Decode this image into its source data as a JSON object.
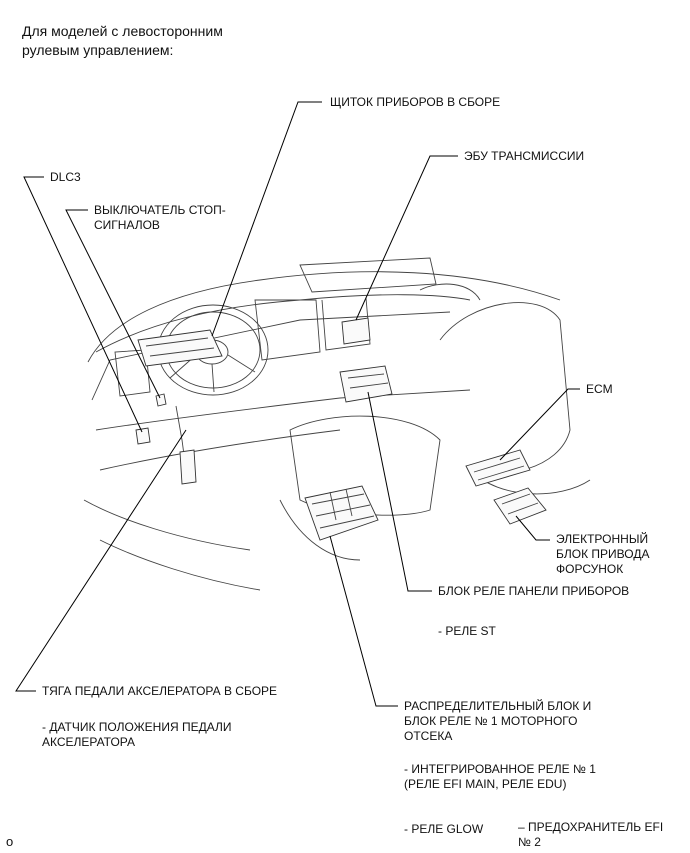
{
  "title": {
    "line1": "Для моделей с левосторонним",
    "line2": "рулевым управлением:"
  },
  "labels": {
    "instrument_cluster": "ЩИТОК ПРИБОРОВ В СБОРЕ",
    "transmission_ecu": "ЭБУ ТРАНСМИССИИ",
    "dlc3": "DLC3",
    "stop_light_switch_1": "ВЫКЛЮЧАТЕЛЬ СТОП-",
    "stop_light_switch_2": "СИГНАЛОВ",
    "ecm": "ECM",
    "injector_driver_1": "ЭЛЕКТРОННЫЙ",
    "injector_driver_2": "БЛОК ПРИВОДА",
    "injector_driver_3": "ФОРСУНОК",
    "ip_relay_block": "БЛОК РЕЛЕ ПАНЕЛИ ПРИБОРОВ",
    "st_relay": "- РЕЛЕ ST",
    "accel_pedal_1": "ТЯГА ПЕДАЛИ АКСЕЛЕРАТОРА В СБОРЕ",
    "accel_sensor_1": "- ДАТЧИК ПОЛОЖЕНИЯ ПЕДАЛИ",
    "accel_sensor_2": "АКСЕЛЕРАТОРА",
    "engine_room_block_1": "РАСПРЕДЕЛИТЕЛЬНЫЙ БЛОК И",
    "engine_room_block_2": "БЛОК РЕЛЕ № 1 МОТОРНОГО",
    "engine_room_block_3": "ОТСЕКА",
    "integration_relay_1": "- ИНТЕГРИРОВАННОЕ РЕЛЕ № 1",
    "integration_relay_2": "(РЕЛЕ EFI MAIN, РЕЛЕ EDU)",
    "glow_relay": "- РЕЛЕ GLOW",
    "efi_fuse_1": "– ПРЕДОХРАНИТЕЛЬ EFI",
    "efi_fuse_2": "№ 2",
    "corner_mark": "o"
  }
}
